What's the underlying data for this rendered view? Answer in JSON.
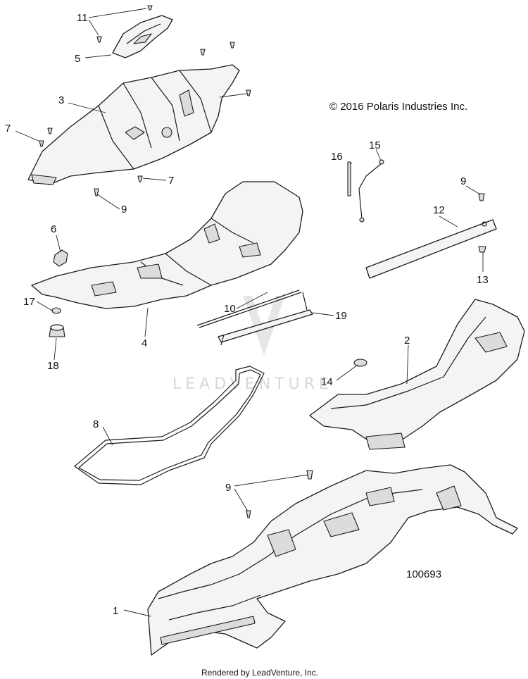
{
  "copyright": "© 2016 Polaris Industries Inc.",
  "diagram_id": "100693",
  "footer": "Rendered by LeadVenture, Inc.",
  "watermark": "LEADVENTURE",
  "callouts": {
    "c1": "1",
    "c2": "2",
    "c3": "3",
    "c4": "4",
    "c5": "5",
    "c6": "6",
    "c7a": "7",
    "c7b": "7",
    "c8": "8",
    "c9a": "9",
    "c9b": "9",
    "c9c": "9",
    "c10": "10",
    "c11": "11",
    "c12": "12",
    "c13": "13",
    "c14": "14",
    "c15": "15",
    "c16": "16",
    "c17": "17",
    "c18": "18",
    "c19": "19"
  }
}
